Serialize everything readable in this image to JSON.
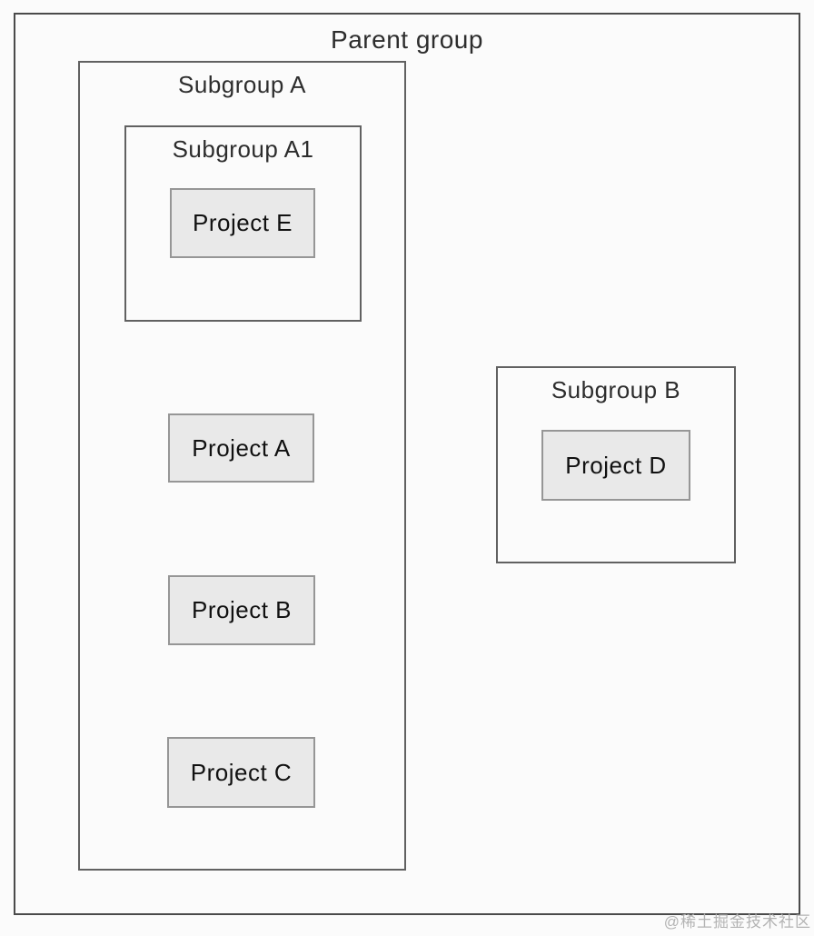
{
  "diagram": {
    "parent_group": {
      "label": "Parent group"
    },
    "subgroup_a": {
      "label": "Subgroup A"
    },
    "subgroup_a1": {
      "label": "Subgroup A1"
    },
    "subgroup_b": {
      "label": "Subgroup B"
    },
    "projects": {
      "e": {
        "label": "Project E"
      },
      "a": {
        "label": "Project A"
      },
      "b": {
        "label": "Project B"
      },
      "c": {
        "label": "Project C"
      },
      "d": {
        "label": "Project D"
      }
    },
    "colors": {
      "background": "#fbfbfb",
      "group_border": "#5a5a5a",
      "parent_border": "#4a4a4a",
      "project_fill": "#e9e9e9",
      "project_border": "#969696",
      "label_text": "#2d2d2d",
      "project_text": "#111111",
      "watermark_text": "#b3b3b3"
    }
  },
  "watermark": {
    "text": "@稀土掘金技术社区"
  }
}
